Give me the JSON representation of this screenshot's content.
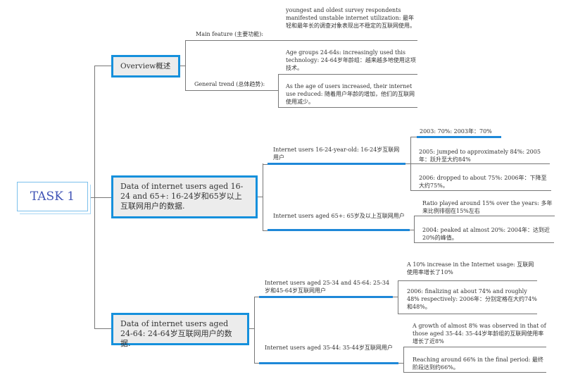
{
  "root": {
    "label": "TASK 1"
  },
  "overview": {
    "label": "Overview概述",
    "main_feature": {
      "label": "Main feature (主要功能):",
      "items": [
        "youngest and oldest survey respondents manifested unstable internet utilization: 最年轻和最年长的调查对象表现出不稳定的互联网使用。"
      ]
    },
    "general_trend": {
      "label": "General trend (总体趋势):",
      "items": [
        "Age groups 24-64s: increasingly used this technology: 24-64岁年龄组：越来越多地使用这项技术。",
        "As the age of users increased, their internet use reduced: 随着用户年龄的增加，他们的互联网使用减少。"
      ]
    }
  },
  "group1": {
    "label": "Data of internet users aged 16-24 and 65+: 16-24岁和65岁以上互联网用户的数据.",
    "sub1": {
      "label": "Internet users 16-24-year-old: 16-24岁互联网用户",
      "items": [
        "2003: 70%: 2003年：70%",
        "2005: jumped to approximately 84%: 2005年：跃升至大约84%",
        "2006: dropped to about 75%: 2006年：下降至大约75%。"
      ]
    },
    "sub2": {
      "label": "Internet users aged 65+: 65岁及以上互联网用户",
      "items": [
        "Ratio played around 15% over the years: 多年来比例徘徊在15%左右",
        "2004: peaked at almost 20%: 2004年：达到近20%的峰值。"
      ]
    }
  },
  "group2": {
    "label": "Data of internet users aged 24-64: 24-64岁互联网用户的数据.",
    "sub1": {
      "label": "Internet users aged 25-34 and 45-64: 25-34岁和45-64岁互联网用户",
      "items": [
        "A 10% increase in the Internet usage: 互联网使用率增长了10%",
        "2006: finalizing at about 74% and roughly 48% respectively: 2006年：分别定格在大约74%和48%。"
      ]
    },
    "sub2": {
      "label": "Internet users aged 35-44: 35-44岁互联网用户",
      "items": [
        "A growth of almost 8% was observed in that of those aged 35-44: 35-44岁年龄组的互联网使用率增长了近8%",
        "Reaching around 66% in the final period: 最终阶段达到约66%。"
      ]
    }
  }
}
